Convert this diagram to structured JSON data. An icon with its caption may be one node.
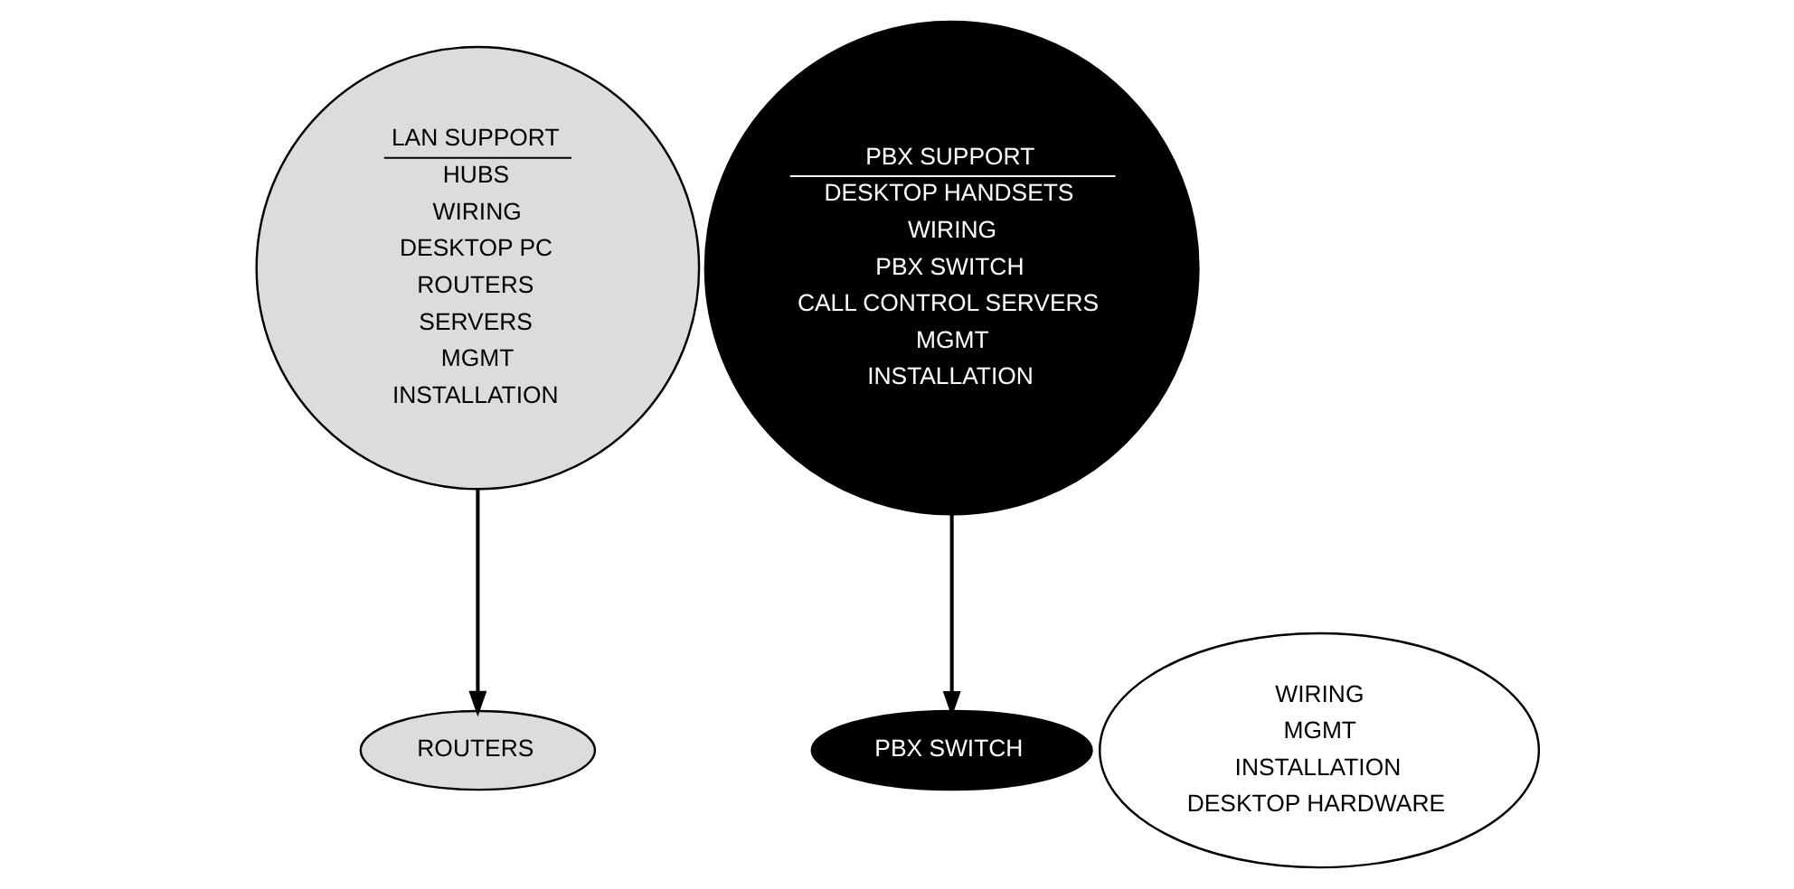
{
  "diagram": {
    "nodes": [
      {
        "text": [
          "LAN SUPPORT",
          "HUBS",
          "WIRING",
          "DESKTOP PC",
          "ROUTERS",
          "SERVERS",
          "MGMT",
          "INSTALLATION"
        ]
      },
      {
        "text": [
          "PBX SUPPORT",
          "DESKTOP HANDSETS",
          "WIRING",
          "PBX SWITCH",
          "CALL CONTROL SERVERS",
          "MGMT",
          "INSTALLATION"
        ]
      },
      {
        "text": [
          "ROUTERS"
        ]
      },
      {
        "text": [
          "WIRING",
          "MGMT",
          "INSTALLATION",
          "DESKTOP HARDWARE"
        ]
      },
      {
        "text": [
          "PBX SWITCH"
        ]
      }
    ],
    "edges": [
      {
        "from": 0,
        "to": 2,
        "arrow": "to"
      },
      {
        "from": 1,
        "to": 4,
        "arrow": "to"
      }
    ]
  }
}
